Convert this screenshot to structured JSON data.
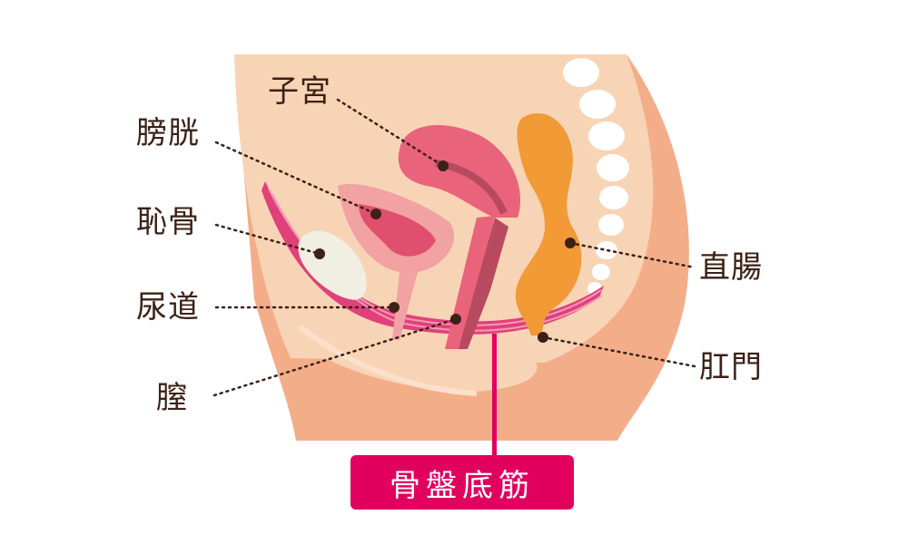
{
  "labels": {
    "uterus": "子宮",
    "bladder": "膀胱",
    "pubic_bone": "恥骨",
    "urethra": "尿道",
    "vagina": "膣",
    "rectum": "直腸",
    "anus": "肛門"
  },
  "highlight_label": "骨盤底筋",
  "colors": {
    "skin_light": "#f8d4b6",
    "skin_dark": "#f3ae89",
    "muscle": "#e0417a",
    "highlight": "#e2005f",
    "rectum": "#f19a36",
    "uterus": "#e9637a",
    "bladder": "#f2a2a2",
    "bone": "#f1efe2",
    "text": "#3b2116"
  }
}
